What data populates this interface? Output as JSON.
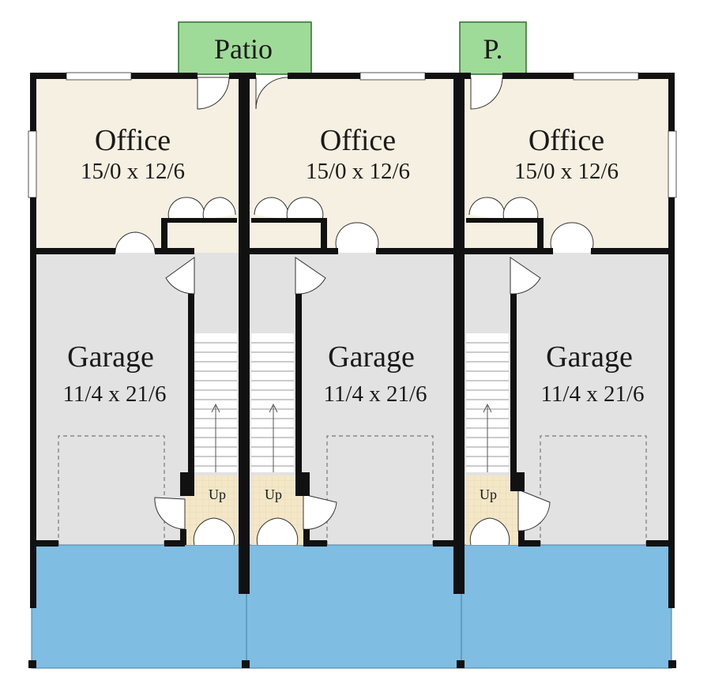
{
  "floor_plan": {
    "patios": [
      {
        "label": "Patio"
      },
      {
        "label": "P."
      }
    ],
    "units": [
      {
        "office": {
          "name": "Office",
          "size": "15/0 x 12/6"
        },
        "garage": {
          "name": "Garage",
          "size": "11/4 x 21/6"
        },
        "stair": {
          "label": "Up"
        }
      },
      {
        "office": {
          "name": "Office",
          "size": "15/0 x 12/6"
        },
        "garage": {
          "name": "Garage",
          "size": "11/4 x 21/6"
        },
        "stair": {
          "label": "Up"
        }
      },
      {
        "office": {
          "name": "Office",
          "size": "15/0 x 12/6"
        },
        "garage": {
          "name": "Garage",
          "size": "11/4 x 21/6"
        },
        "stair": {
          "label": "Up"
        }
      }
    ],
    "colors": {
      "office_fill": "#f5f0e1",
      "garage_fill": "#e2e2e2",
      "driveway_fill": "#7fbde2",
      "patio_fill": "#9fdb98",
      "landing_fill": "#f3e7c8",
      "wall": "#111111"
    }
  }
}
